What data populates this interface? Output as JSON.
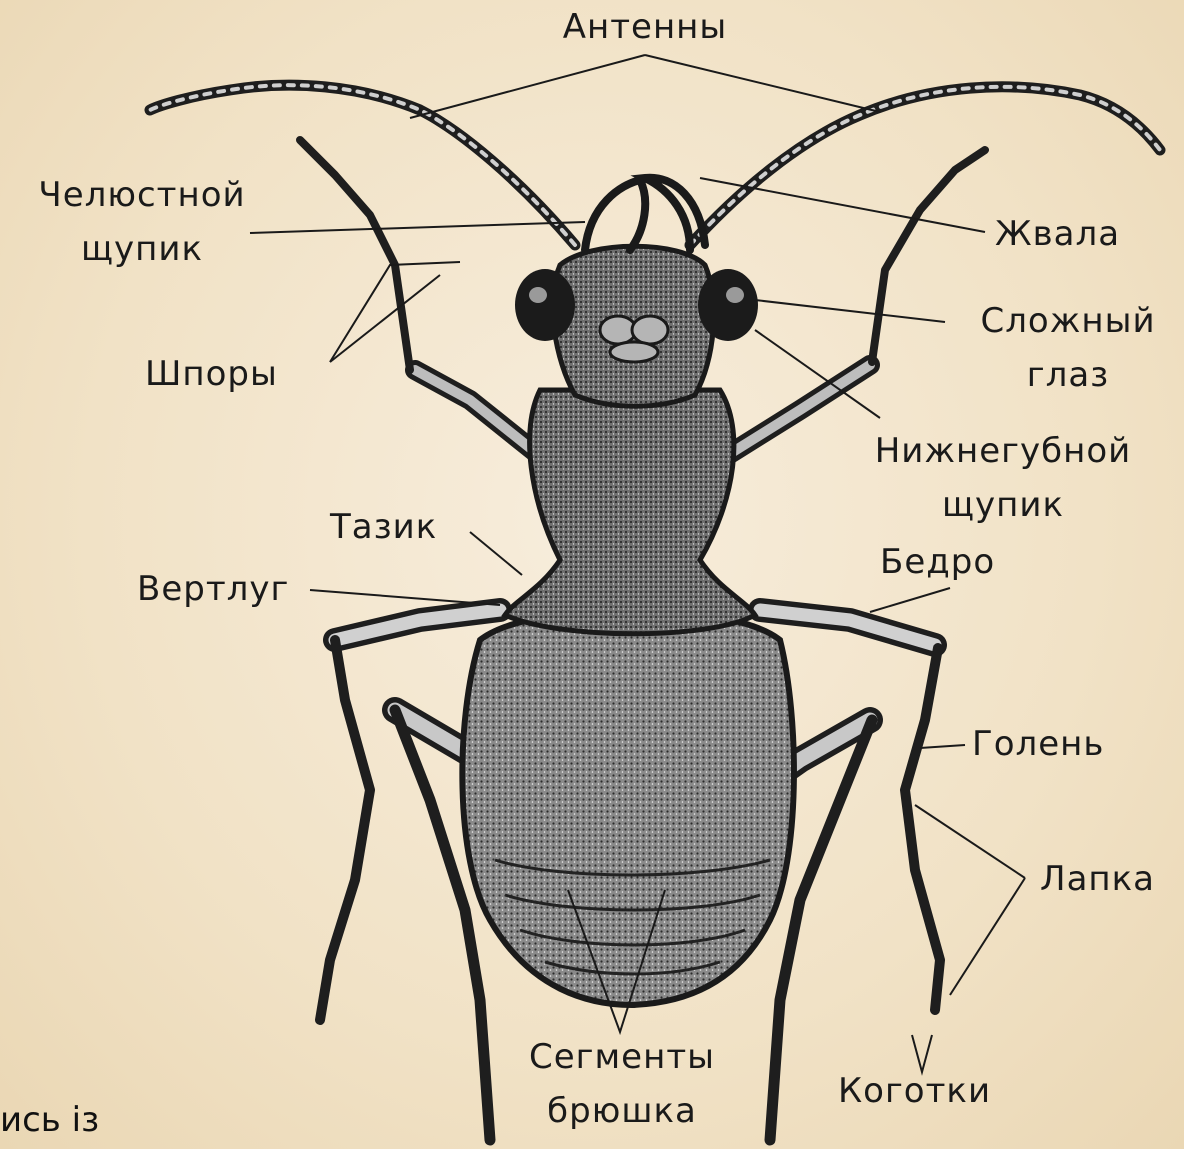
{
  "labels": {
    "antennae": "Антенны",
    "maxillary_palp_1": "Челюстной",
    "maxillary_palp_2": "щупик",
    "mandibles": "Жвала",
    "spurs": "Шпоры",
    "compound_eye_1": "Сложный",
    "compound_eye_2": "глаз",
    "labial_palp_1": "Нижнегубной",
    "labial_palp_2": "щупик",
    "coxa": "Тазик",
    "femur": "Бедро",
    "trochanter": "Вертлуг",
    "tibia": "Голень",
    "tarsus": "Лапка",
    "segments_1": "Сегменты",
    "segments_2": "брюшка",
    "claws": "Коготки"
  },
  "caption": "ись із",
  "colors": {
    "background": "#f1e2c6",
    "ink": "#1a1a1a",
    "body": "#6b6b6b"
  }
}
